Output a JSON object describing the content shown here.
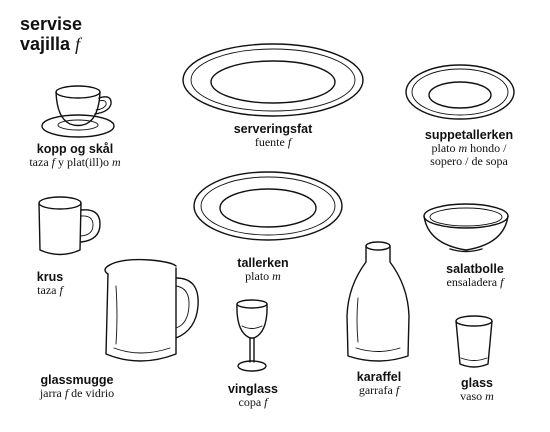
{
  "title": {
    "norwegian": "servise",
    "spanish": "vajilla",
    "spanish_gender": "f"
  },
  "items": [
    {
      "id": "kopp",
      "no": "kopp og skål",
      "es": [
        {
          "t": "taza "
        },
        {
          "t": "f",
          "i": true
        },
        {
          "t": " y plat(ill)o "
        },
        {
          "t": "m",
          "i": true
        }
      ]
    },
    {
      "id": "serveringsfat",
      "no": "serveringsfat",
      "es": [
        {
          "t": "fuente "
        },
        {
          "t": "f",
          "i": true
        }
      ]
    },
    {
      "id": "suppetallerken",
      "no": "suppetallerken",
      "es": [
        {
          "t": "plato "
        },
        {
          "t": "m",
          "i": true
        },
        {
          "t": " hondo /"
        }
      ],
      "es2": [
        {
          "t": "sopero / de sopa"
        }
      ]
    },
    {
      "id": "krus",
      "no": "krus",
      "es": [
        {
          "t": "taza "
        },
        {
          "t": "f",
          "i": true
        }
      ]
    },
    {
      "id": "tallerken",
      "no": "tallerken",
      "es": [
        {
          "t": "plato "
        },
        {
          "t": "m",
          "i": true
        }
      ]
    },
    {
      "id": "salatbolle",
      "no": "salatbolle",
      "es": [
        {
          "t": "ensaladera "
        },
        {
          "t": "f",
          "i": true
        }
      ]
    },
    {
      "id": "glassmugge",
      "no": "glassmugge",
      "es": [
        {
          "t": "jarra "
        },
        {
          "t": "f",
          "i": true
        },
        {
          "t": " de vidrio"
        }
      ]
    },
    {
      "id": "vinglass",
      "no": "vinglass",
      "es": [
        {
          "t": "copa "
        },
        {
          "t": "f",
          "i": true
        }
      ]
    },
    {
      "id": "karaffel",
      "no": "karaffel",
      "es": [
        {
          "t": "garrafa "
        },
        {
          "t": "f",
          "i": true
        }
      ]
    },
    {
      "id": "glass",
      "no": "glass",
      "es": [
        {
          "t": "vaso "
        },
        {
          "t": "m",
          "i": true
        }
      ]
    }
  ]
}
